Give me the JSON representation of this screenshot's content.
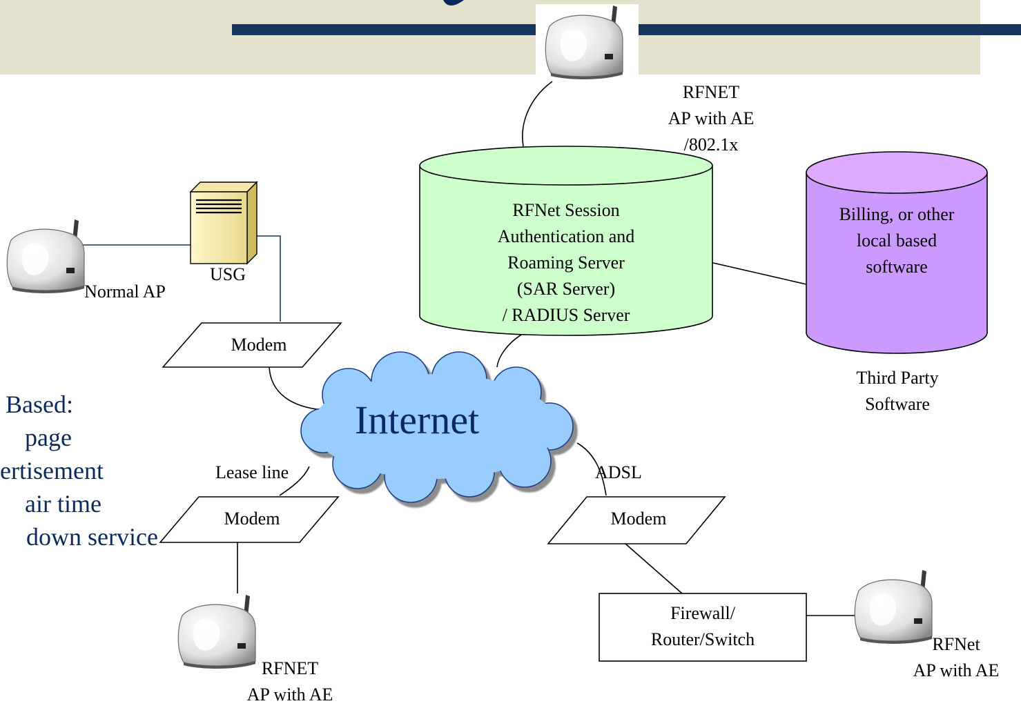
{
  "labels": {
    "rfnet_top": [
      "RFNET",
      "AP with AE",
      "/802.1x"
    ],
    "sar_server": [
      "RFNet Session",
      "Authentication and",
      "Roaming  Server",
      "(SAR Server)",
      "/ RADIUS Server"
    ],
    "billing": [
      "Billing, or other",
      "local based",
      "software"
    ],
    "third_party": [
      "Third Party",
      "Software"
    ],
    "usg": "USG",
    "normal_ap": "Normal AP",
    "modem_top": "Modem",
    "internet": "Internet",
    "lease_line": "Lease line",
    "adsl": "ADSL",
    "modem_left": "Modem",
    "modem_right": "Modem",
    "firewall": [
      "Firewall/",
      "Router/Switch"
    ],
    "rfnet_bottom_left": [
      "RFNET",
      "AP with AE"
    ],
    "rfnet_bottom_right": [
      "RFNet",
      "AP with AE"
    ]
  },
  "bullets": [
    "Based:",
    "page",
    "ertisement",
    "air time",
    "down service"
  ],
  "colors": {
    "banner": "#e3e1cc",
    "rule": "#17365d",
    "server_cylinder": "#ccffcc",
    "billing_cylinder": "#cc99ff",
    "cloud": "#99ccff",
    "text_navy": "#0a2a5e"
  }
}
